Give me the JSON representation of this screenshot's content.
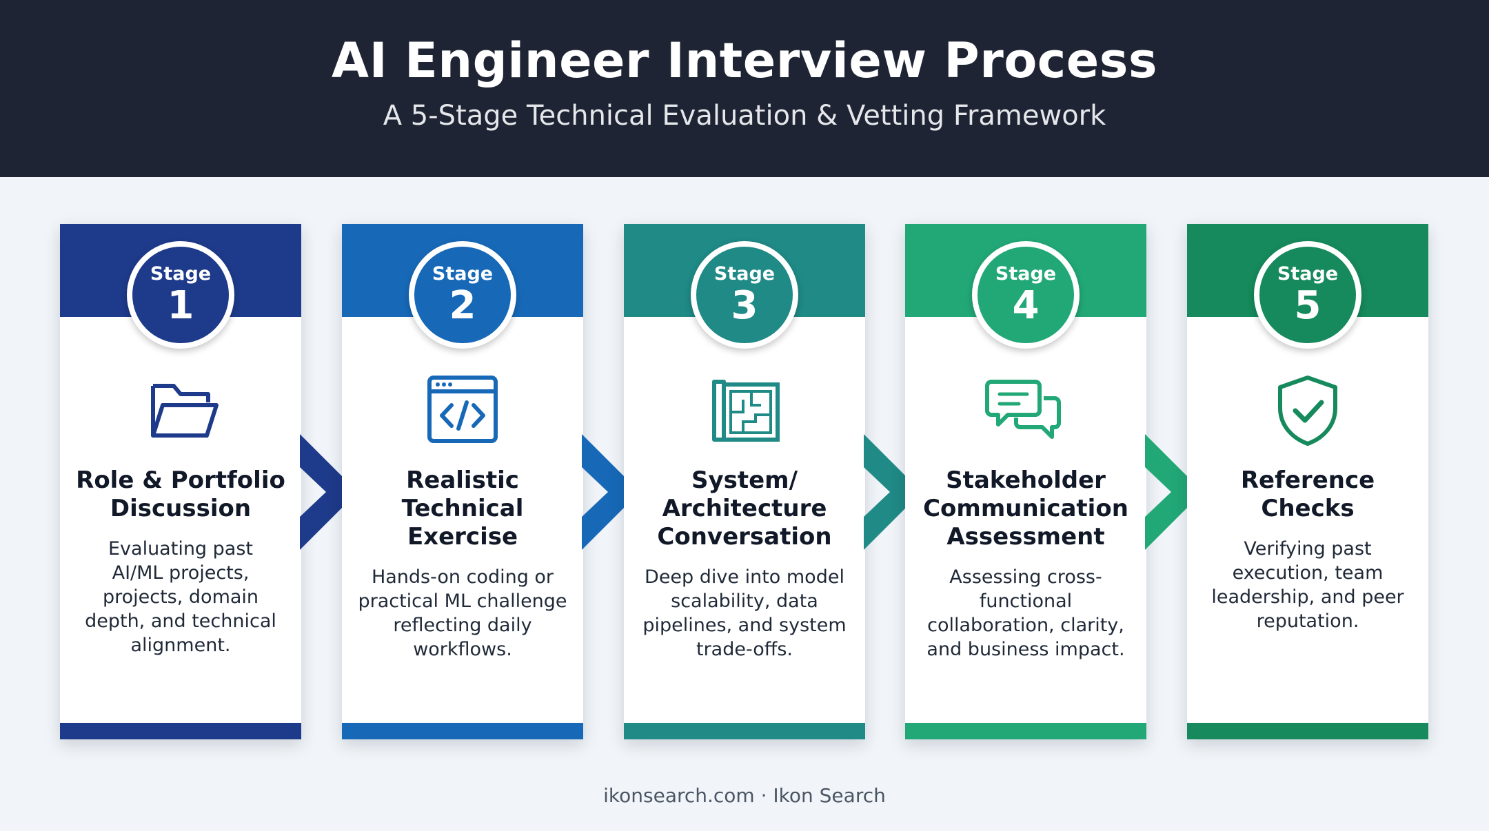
{
  "header": {
    "title": "AI Engineer Interview Process",
    "subtitle": "A 5-Stage Technical Evaluation & Vetting Framework"
  },
  "stages": [
    {
      "label": "Stage",
      "number": "1",
      "title_lines": [
        "Role & Portfolio",
        "Discussion"
      ],
      "description_lines": [
        "Evaluating past",
        "AI/ML projects,",
        "projects, domain",
        "depth, and technical",
        "alignment."
      ],
      "icon": "folder-icon",
      "color": "#1e3a8a"
    },
    {
      "label": "Stage",
      "number": "2",
      "title_lines": [
        "Realistic",
        "Technical",
        "Exercise"
      ],
      "description_lines": [
        "Hands-on coding or",
        "practical ML challenge",
        "reflecting daily",
        "workflows."
      ],
      "icon": "code-window-icon",
      "color": "#1769b8"
    },
    {
      "label": "Stage",
      "number": "3",
      "title_lines": [
        "System/",
        "Architecture",
        "Conversation"
      ],
      "description_lines": [
        "Deep dive into model",
        "scalability, data",
        "pipelines, and system",
        "trade-offs."
      ],
      "icon": "blueprint-icon",
      "color": "#1f8a86"
    },
    {
      "label": "Stage",
      "number": "4",
      "title_lines": [
        "Stakeholder",
        "Communication",
        "Assessment"
      ],
      "description_lines": [
        "Assessing cross-",
        "functional",
        "collaboration, clarity,",
        "and business impact."
      ],
      "icon": "chat-bubbles-icon",
      "color": "#22a877"
    },
    {
      "label": "Stage",
      "number": "5",
      "title_lines": [
        "Reference",
        "Checks"
      ],
      "description_lines": [
        "Verifying past",
        "execution, team",
        "leadership, and peer",
        "reputation."
      ],
      "icon": "shield-check-icon",
      "color": "#168a5c"
    }
  ],
  "footer": {
    "text": "ikonsearch.com · Ikon Search"
  }
}
